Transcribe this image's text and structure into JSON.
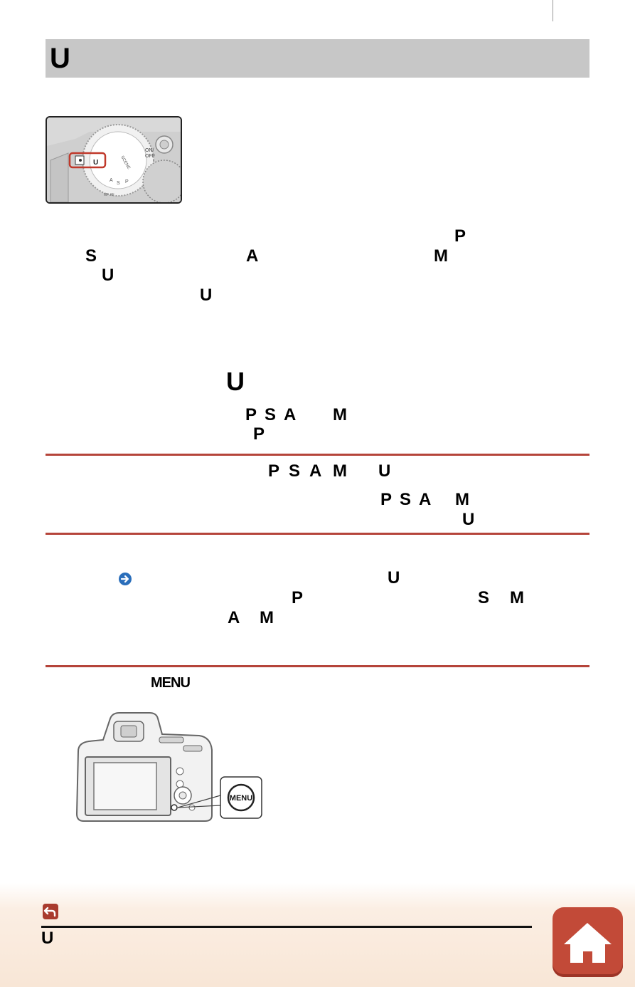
{
  "header": {
    "title": "U"
  },
  "body": {
    "para1_glyphs": {
      "p": "P",
      "s": "S",
      "a": "A",
      "m": "M",
      "u1": "U",
      "u2": "U"
    },
    "subhead_glyph": "U",
    "para2_glyphs": {
      "p": "P",
      "s": "S",
      "a": "A",
      "m": "M",
      "p2": "P"
    }
  },
  "note1": {
    "line1": {
      "p": "P",
      "s": "S",
      "a": "A",
      "m": "M",
      "u": "U"
    },
    "line2": {
      "p": "P",
      "s": "S",
      "a": "A",
      "m": "M",
      "u": "U"
    }
  },
  "note2": {
    "line1": {
      "u": "U"
    },
    "line2": {
      "p": "P",
      "s": "S",
      "m": "M"
    },
    "line3": {
      "a": "A",
      "m": "M"
    }
  },
  "menu_section": {
    "menu_word": "MENU",
    "callout_label": "MENU"
  },
  "dial": {
    "on_off_label": "ON/\nOFF",
    "u_label": "U",
    "scene_label": "SCENE"
  },
  "footer": {
    "label": "U"
  },
  "colors": {
    "accent": "#b5443a",
    "title_bar": "#c7c7c7",
    "link": "#2a6ebb",
    "home": "#c24a38"
  },
  "icons": {
    "back": "back-arrow-icon",
    "home": "home-icon",
    "link": "circle-arrow-right-icon"
  }
}
